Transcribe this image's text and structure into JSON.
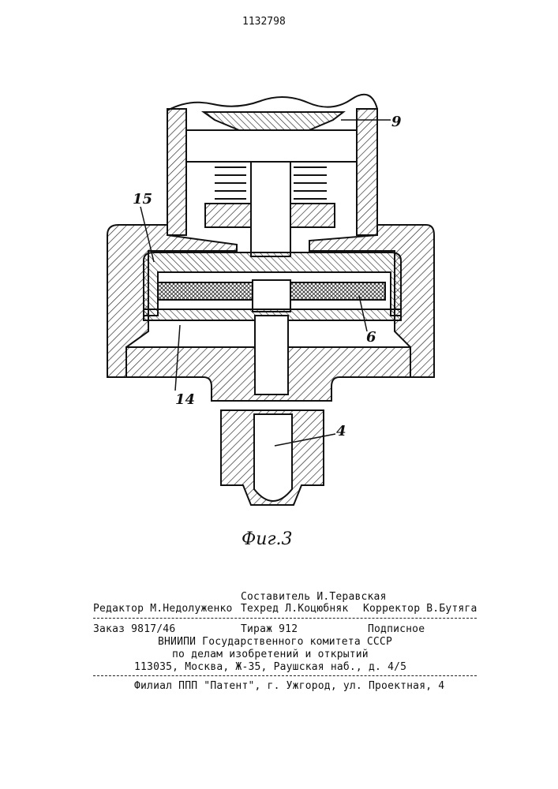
{
  "patent_number": "1132798",
  "figure": {
    "caption": "Фиг.3",
    "labels": {
      "l9": "9",
      "l15": "15",
      "l6": "6",
      "l14": "14",
      "l4": "4"
    }
  },
  "imprint": {
    "compiler": "Составитель И.Теравская",
    "editor": "Редактор М.Недолуженко",
    "techred": "Техред Л.Коцюбняк",
    "corrector": "Корректор В.Бутяга",
    "order": "Заказ 9817/46",
    "circulation": "Тираж 912",
    "subscription": "Подписное",
    "org_line1": "ВНИИПИ Государственного комитета СССР",
    "org_line2": "по делам изобретений и открытий",
    "address": "113035, Москва, Ж-35, Раушская наб., д. 4/5",
    "branch": "Филиал ППП \"Патент\", г. Ужгород, ул. Проектная, 4"
  }
}
